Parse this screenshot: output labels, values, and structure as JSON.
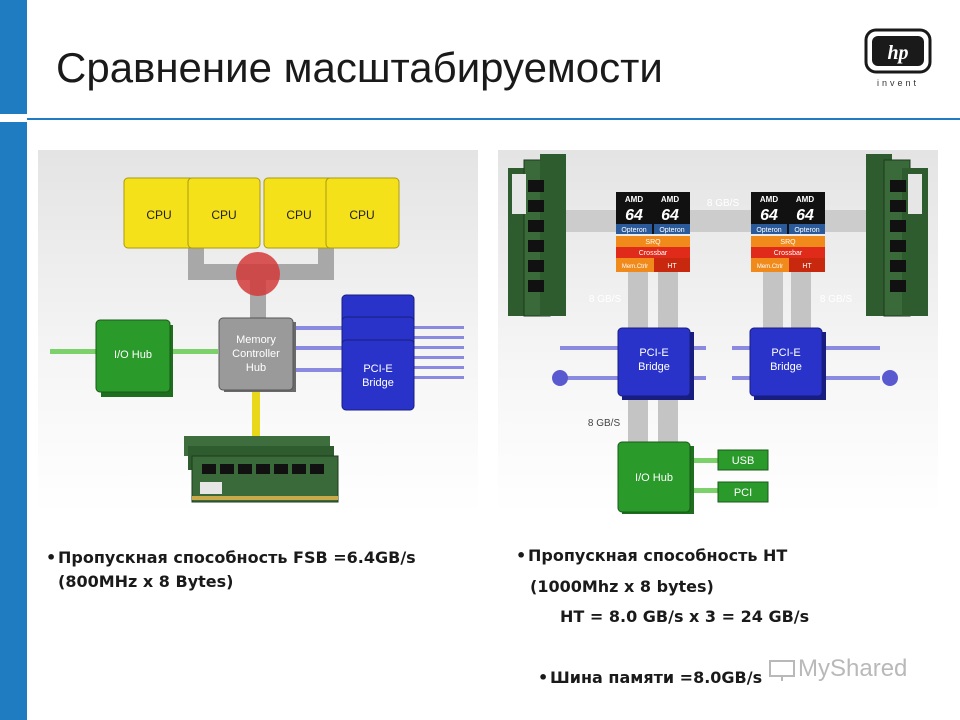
{
  "slide": {
    "title": "Сравнение масштабируемости",
    "logo_text": "invent",
    "watermark": "MyShared"
  },
  "left_diagram": {
    "cpus": [
      "CPU",
      "CPU",
      "CPU",
      "CPU"
    ],
    "io_hub": "I/O Hub",
    "mch": [
      "Memory",
      "Controller",
      "Hub"
    ],
    "pcie": [
      "PCI-E",
      "Bridge"
    ]
  },
  "right_diagram": {
    "chip_brand": "AMD",
    "chip_logo": "64",
    "chip_name": "Opteron",
    "srq": "SRQ",
    "crossbar": "Crossbar",
    "mem_ctrl": "Mem.Ctrlr",
    "ht": "HT",
    "bw_top": "8 GB/S",
    "bw_left": "8 GB/S",
    "bw_right": "8 GB/S",
    "bw_mid": "8 GB/S",
    "pcie": [
      "PCI-E",
      "Bridge"
    ],
    "io_hub": "I/O Hub",
    "usb": "USB",
    "pci": "PCI"
  },
  "bullets": {
    "left_1": "Пропускная способность FSB =6.4GB/s",
    "left_2": "(800MHz x 8 Bytes)",
    "right_1": "Пропускная способность HT",
    "right_2": "(1000Mhz x 8 bytes)",
    "right_3": "HT = 8.0 GB/s x 3 = 24 GB/s",
    "right_4": "Шина памяти =8.0GB/s"
  },
  "colors": {
    "accent": "#1f7cc0",
    "cpu": "#f5e11a",
    "io_hub": "#2a9a2a",
    "pcie": "#2a33c9",
    "mch": "#9a9a9a",
    "srq": "#f08a1a",
    "crossbar": "#e02a1a"
  }
}
